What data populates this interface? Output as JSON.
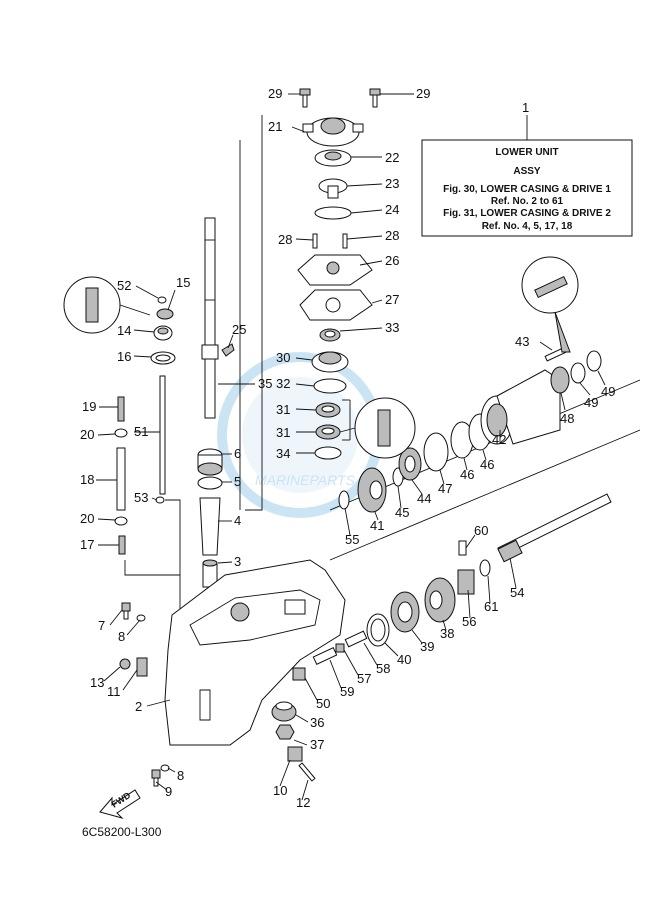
{
  "info_box": {
    "ref": "1",
    "title": "LOWER UNIT",
    "subtitle": "ASSY",
    "line1": "Fig. 30, LOWER CASING & DRIVE 1",
    "line2": "Ref. No. 2 to 61",
    "line3": "Fig. 31, LOWER CASING & DRIVE 2",
    "line4": "Ref. No. 4, 5, 17, 18"
  },
  "diagram_code": "6C58200-L300",
  "fwd_label": "FWD",
  "watermark_text": "MARINEPARTS",
  "callouts": {
    "c29a": "29",
    "c29b": "29",
    "c21": "21",
    "c22": "22",
    "c23": "23",
    "c24": "24",
    "c28a": "28",
    "c28b": "28",
    "c26": "26",
    "c27": "27",
    "c33": "33",
    "c30": "30",
    "c32": "32",
    "c31a": "31",
    "c31b": "31",
    "c34": "34",
    "c52": "52",
    "c15": "15",
    "c14": "14",
    "c16": "16",
    "c25": "25",
    "c35": "35",
    "c19": "19",
    "c20a": "20",
    "c51": "51",
    "c6": "6",
    "c5": "5",
    "c18": "18",
    "c53": "53",
    "c20b": "20",
    "c4": "4",
    "c17": "17",
    "c3": "3",
    "c7": "7",
    "c8a": "8",
    "c13": "13",
    "c11": "11",
    "c2": "2",
    "c8b": "8",
    "c9": "9",
    "c10": "10",
    "c12": "12",
    "c37": "37",
    "c36": "36",
    "c50": "50",
    "c59": "59",
    "c57": "57",
    "c58": "58",
    "c40": "40",
    "c39": "39",
    "c38": "38",
    "c56": "56",
    "c61": "61",
    "c60": "60",
    "c54": "54",
    "c55": "55",
    "c41": "41",
    "c45": "45",
    "c44": "44",
    "c47": "47",
    "c46a": "46",
    "c46b": "46",
    "c42": "42",
    "c48": "48",
    "c49a": "49",
    "c49b": "49",
    "c43": "43"
  }
}
